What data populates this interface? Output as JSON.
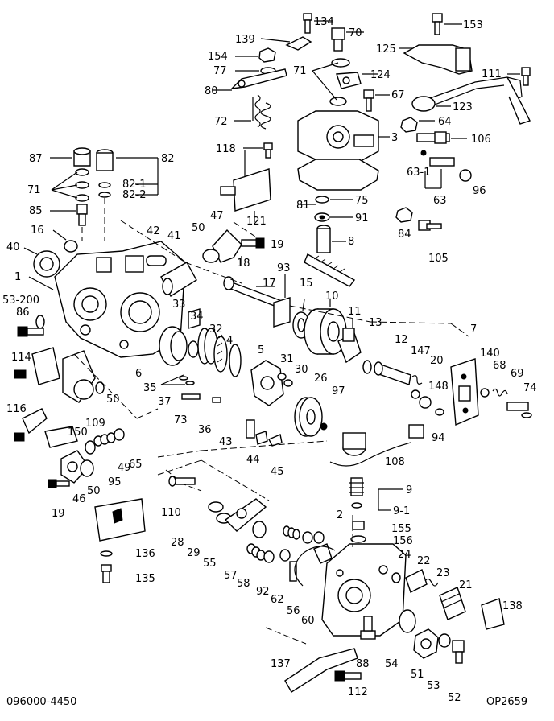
{
  "drawing": {
    "part_number": "096000-4450",
    "drawing_code": "OP2659",
    "callouts": [
      {
        "id": "c134",
        "text": "134"
      },
      {
        "id": "c70",
        "text": "70"
      },
      {
        "id": "c153",
        "text": "153"
      },
      {
        "id": "c139",
        "text": "139"
      },
      {
        "id": "c125",
        "text": "125"
      },
      {
        "id": "c154",
        "text": "154"
      },
      {
        "id": "c77",
        "text": "77"
      },
      {
        "id": "c71a",
        "text": "71"
      },
      {
        "id": "c124",
        "text": "124"
      },
      {
        "id": "c111",
        "text": "111"
      },
      {
        "id": "c80",
        "text": "80"
      },
      {
        "id": "c67",
        "text": "67"
      },
      {
        "id": "c123",
        "text": "123"
      },
      {
        "id": "c72",
        "text": "72"
      },
      {
        "id": "c64",
        "text": "64"
      },
      {
        "id": "c3",
        "text": "3"
      },
      {
        "id": "c106",
        "text": "106"
      },
      {
        "id": "c118",
        "text": "118"
      },
      {
        "id": "c87",
        "text": "87"
      },
      {
        "id": "c82",
        "text": "82"
      },
      {
        "id": "c63-1",
        "text": "63-1"
      },
      {
        "id": "c82-1",
        "text": "82-1"
      },
      {
        "id": "c82-2",
        "text": "82-2"
      },
      {
        "id": "c71b",
        "text": "71"
      },
      {
        "id": "c96",
        "text": "96"
      },
      {
        "id": "c63",
        "text": "63"
      },
      {
        "id": "c75",
        "text": "75"
      },
      {
        "id": "c81",
        "text": "81"
      },
      {
        "id": "c85",
        "text": "85"
      },
      {
        "id": "c121",
        "text": "121"
      },
      {
        "id": "c91",
        "text": "91"
      },
      {
        "id": "c84",
        "text": "84"
      },
      {
        "id": "c47",
        "text": "47"
      },
      {
        "id": "c50a",
        "text": "50"
      },
      {
        "id": "c16",
        "text": "16"
      },
      {
        "id": "c42",
        "text": "42"
      },
      {
        "id": "c41",
        "text": "41"
      },
      {
        "id": "c105",
        "text": "105"
      },
      {
        "id": "c40",
        "text": "40"
      },
      {
        "id": "c19a",
        "text": "19"
      },
      {
        "id": "c8",
        "text": "8"
      },
      {
        "id": "c18",
        "text": "18"
      },
      {
        "id": "c1",
        "text": "1"
      },
      {
        "id": "c93",
        "text": "93"
      },
      {
        "id": "c17",
        "text": "17"
      },
      {
        "id": "c15",
        "text": "15"
      },
      {
        "id": "c53-200",
        "text": "53-200"
      },
      {
        "id": "c86",
        "text": "86"
      },
      {
        "id": "c33",
        "text": "33"
      },
      {
        "id": "c10",
        "text": "10"
      },
      {
        "id": "c11",
        "text": "11"
      },
      {
        "id": "c34",
        "text": "34"
      },
      {
        "id": "c32",
        "text": "32"
      },
      {
        "id": "c4",
        "text": "4"
      },
      {
        "id": "c13",
        "text": "13"
      },
      {
        "id": "c12",
        "text": "12"
      },
      {
        "id": "c7",
        "text": "7"
      },
      {
        "id": "c114",
        "text": "114"
      },
      {
        "id": "c6",
        "text": "6"
      },
      {
        "id": "c5",
        "text": "5"
      },
      {
        "id": "c147",
        "text": "147"
      },
      {
        "id": "c140",
        "text": "140"
      },
      {
        "id": "c31",
        "text": "31"
      },
      {
        "id": "c20",
        "text": "20"
      },
      {
        "id": "c30",
        "text": "30"
      },
      {
        "id": "c68",
        "text": "68"
      },
      {
        "id": "c69",
        "text": "69"
      },
      {
        "id": "c26",
        "text": "26"
      },
      {
        "id": "c35",
        "text": "35"
      },
      {
        "id": "c37",
        "text": "37"
      },
      {
        "id": "c148",
        "text": "148"
      },
      {
        "id": "c74",
        "text": "74"
      },
      {
        "id": "c50b",
        "text": "50"
      },
      {
        "id": "c97",
        "text": "97"
      },
      {
        "id": "c116",
        "text": "116"
      },
      {
        "id": "c73",
        "text": "73"
      },
      {
        "id": "c109",
        "text": "109"
      },
      {
        "id": "c36",
        "text": "36"
      },
      {
        "id": "c94",
        "text": "94"
      },
      {
        "id": "c150",
        "text": "150"
      },
      {
        "id": "c43",
        "text": "43"
      },
      {
        "id": "c44",
        "text": "44"
      },
      {
        "id": "c108",
        "text": "108"
      },
      {
        "id": "c49",
        "text": "49"
      },
      {
        "id": "c65",
        "text": "65"
      },
      {
        "id": "c45",
        "text": "45"
      },
      {
        "id": "c95",
        "text": "95"
      },
      {
        "id": "c9",
        "text": "9"
      },
      {
        "id": "c19b",
        "text": "19"
      },
      {
        "id": "c50c",
        "text": "50"
      },
      {
        "id": "c46",
        "text": "46"
      },
      {
        "id": "c9-1",
        "text": "9-1"
      },
      {
        "id": "c110",
        "text": "110"
      },
      {
        "id": "c2",
        "text": "2"
      },
      {
        "id": "c155",
        "text": "155"
      },
      {
        "id": "c28",
        "text": "28"
      },
      {
        "id": "c29",
        "text": "29"
      },
      {
        "id": "c156",
        "text": "156"
      },
      {
        "id": "c136",
        "text": "136"
      },
      {
        "id": "c55",
        "text": "55"
      },
      {
        "id": "c24",
        "text": "24"
      },
      {
        "id": "c22",
        "text": "22"
      },
      {
        "id": "c135",
        "text": "135"
      },
      {
        "id": "c57",
        "text": "57"
      },
      {
        "id": "c58",
        "text": "58"
      },
      {
        "id": "c23",
        "text": "23"
      },
      {
        "id": "c92",
        "text": "92"
      },
      {
        "id": "c62",
        "text": "62"
      },
      {
        "id": "c21",
        "text": "21"
      },
      {
        "id": "c56",
        "text": "56"
      },
      {
        "id": "c60",
        "text": "60"
      },
      {
        "id": "c138",
        "text": "138"
      },
      {
        "id": "c137",
        "text": "137"
      },
      {
        "id": "c88",
        "text": "88"
      },
      {
        "id": "c54",
        "text": "54"
      },
      {
        "id": "c51",
        "text": "51"
      },
      {
        "id": "c53",
        "text": "53"
      },
      {
        "id": "c112",
        "text": "112"
      },
      {
        "id": "c52",
        "text": "52"
      }
    ]
  }
}
